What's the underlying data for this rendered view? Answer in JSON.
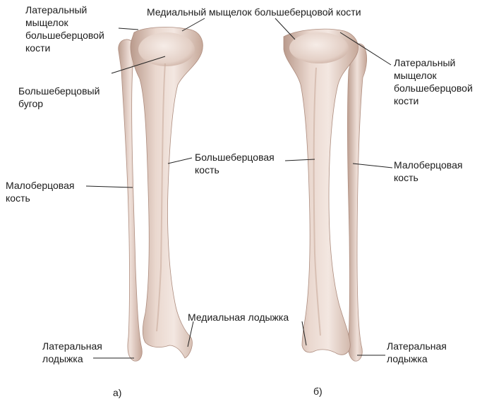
{
  "labels": {
    "medial_condyle": "Медиальный мыщелок большеберцовой кости",
    "lateral_condyle_a": "Латеральный\nмыщелок\nбольшеберцовой\nкости",
    "tibial_tuberosity": "Большеберцовый\nбугор",
    "tibia_a": "Большеберцовая\nкость",
    "fibula_a": "Малоберцовая\nкость",
    "medial_malleolus": "Медиальная лодыжка",
    "lateral_malleolus_a": "Латеральная\nлодыжка",
    "lateral_condyle_b": "Латеральный\nмыщелок\nбольшеберцовой\nкости",
    "fibula_b": "Малоберцовая\nкость",
    "lateral_malleolus_b": "Латеральная\nлодыжка"
  },
  "captions": {
    "a": "а)",
    "b": "б)"
  },
  "colors": {
    "bone_light": "#f1e4dd",
    "bone_mid": "#dcc4b8",
    "bone_shadow": "#b99a8c",
    "leader": "#222222"
  }
}
